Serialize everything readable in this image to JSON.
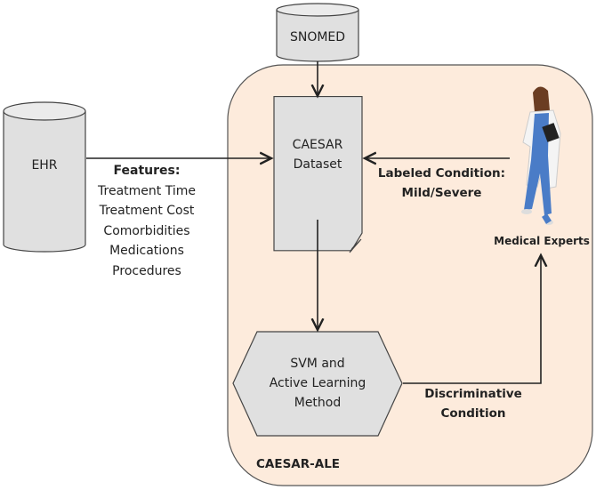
{
  "nodes": {
    "snomed": "SNOMED",
    "ehr": "EHR",
    "dataset_line1": "CAESAR",
    "dataset_line2": "Dataset",
    "svm_line1": "SVM and",
    "svm_line2": "Active Learning",
    "svm_line3": "Method",
    "experts": "Medical Experts",
    "container": "CAESAR-ALE"
  },
  "edges": {
    "features_title": "Features:",
    "features": [
      "Treatment Time",
      "Treatment Cost",
      "Comorbidities",
      "Medications",
      "Procedures"
    ],
    "labeled_line1": "Labeled Condition:",
    "labeled_line2": "Mild/Severe",
    "discriminative_line1": "Discriminative",
    "discriminative_line2": "Condition"
  },
  "colors": {
    "container_fill": "#fdebdc",
    "shape_fill": "#e0e0e0",
    "stroke": "#222222"
  }
}
